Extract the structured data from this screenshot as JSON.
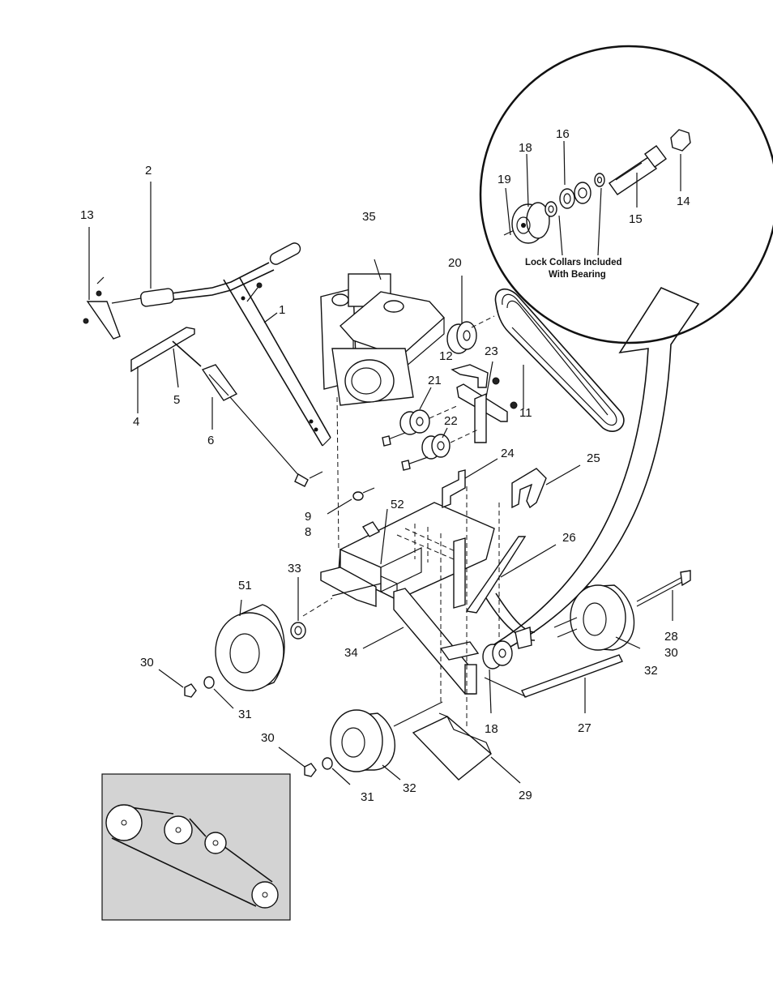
{
  "callouts": {
    "c1": "1",
    "c2": "2",
    "c4": "4",
    "c5": "5",
    "c6": "6",
    "c8": "8",
    "c9": "9",
    "c11": "11",
    "c12": "12",
    "c13": "13",
    "c14": "14",
    "c15": "15",
    "c16": "16",
    "c18a": "18",
    "c18b": "18",
    "c19": "19",
    "c20": "20",
    "c21": "21",
    "c22": "22",
    "c23": "23",
    "c24": "24",
    "c25": "25",
    "c26": "26",
    "c27": "27",
    "c28": "28",
    "c29": "29",
    "c30a": "30",
    "c30b": "30",
    "c30c": "30",
    "c31a": "31",
    "c31b": "31",
    "c32a": "32",
    "c32b": "32",
    "c33": "33",
    "c34": "34",
    "c35": "35",
    "c51": "51",
    "c52": "52"
  },
  "detail_note": {
    "line1": "Lock Collars Included",
    "line2": "With Bearing"
  },
  "colors": {
    "line": "#111111",
    "inset_background": "#d3d3d3",
    "page_background": "#ffffff"
  }
}
